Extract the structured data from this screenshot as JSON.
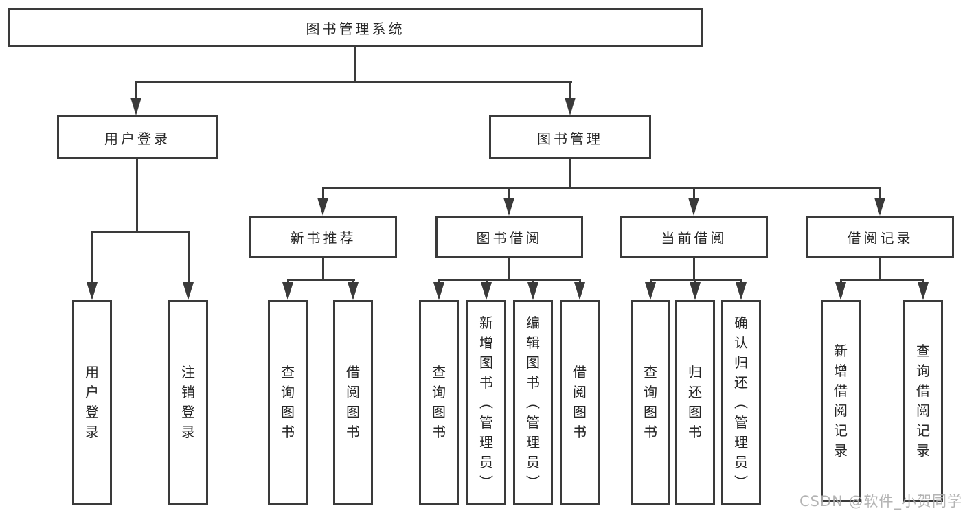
{
  "tree": {
    "root": {
      "label": "图书管理系统"
    },
    "branches": [
      {
        "label": "用户登录",
        "children": [
          {
            "label": "用户登录"
          },
          {
            "label": "注销登录"
          }
        ]
      },
      {
        "label": "图书管理",
        "children": [
          {
            "label": "新书推荐",
            "children": [
              {
                "label": "查询图书"
              },
              {
                "label": "借阅图书"
              }
            ]
          },
          {
            "label": "图书借阅",
            "children": [
              {
                "label": "查询图书"
              },
              {
                "label": "新增图书（管理员）"
              },
              {
                "label": "编辑图书（管理员）"
              },
              {
                "label": "借阅图书"
              }
            ]
          },
          {
            "label": "当前借阅",
            "children": [
              {
                "label": "查询图书"
              },
              {
                "label": "归还图书"
              },
              {
                "label": "确认归还（管理员）"
              }
            ]
          },
          {
            "label": "借阅记录",
            "children": [
              {
                "label": "新增借阅记录"
              },
              {
                "label": "查询借阅记录"
              }
            ]
          }
        ]
      }
    ]
  },
  "watermark": "CSDN @软件_小贺同学",
  "colors": {
    "line": "#3a3a3a",
    "text": "#262626",
    "watermark": "#ababab",
    "background": "#ffffff"
  }
}
